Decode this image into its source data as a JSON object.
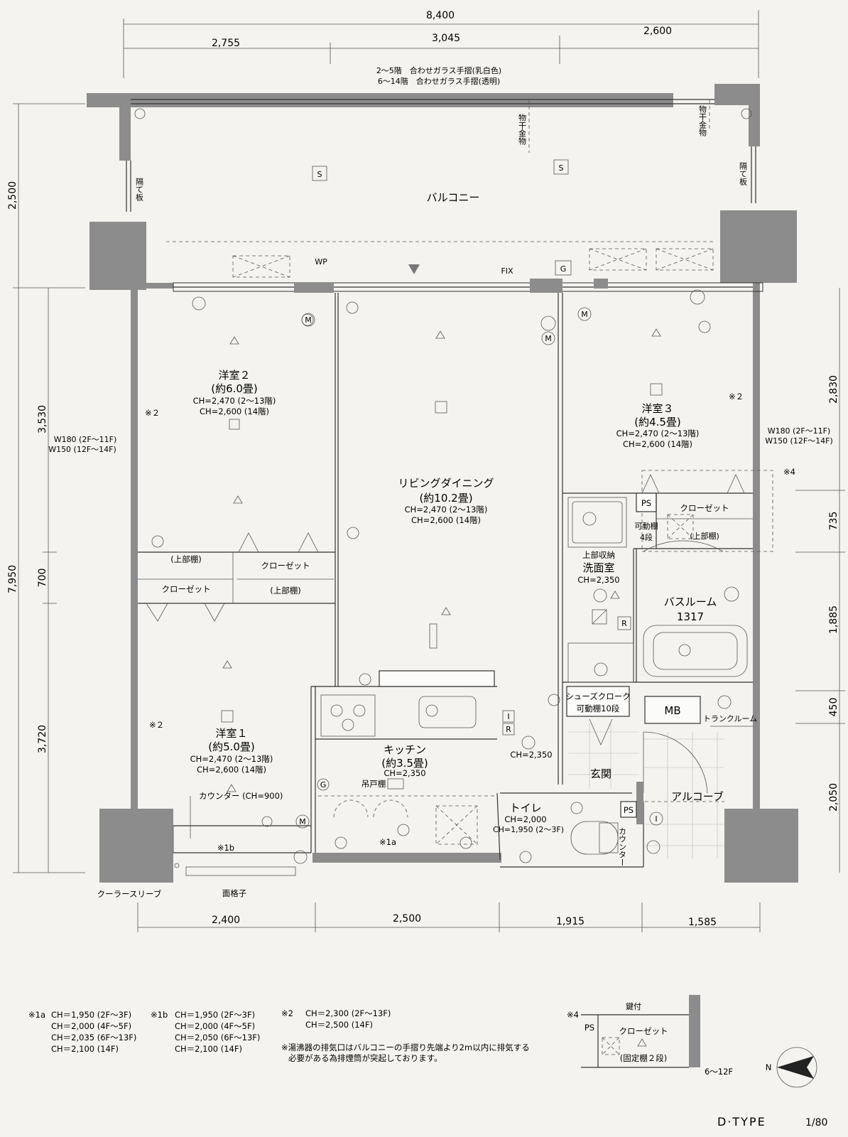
{
  "dimensions": {
    "top_total": "8,400",
    "top_segments": [
      "2,755",
      "3,045",
      "2,600"
    ],
    "bottom_segments": [
      "2,400",
      "2,500",
      "1,915",
      "1,585"
    ],
    "left_total": "7,950",
    "left_balcony": "2,500",
    "left_segments": [
      "3,530",
      "700",
      "3,720"
    ],
    "right_segments": [
      "2,830",
      "735",
      "1,885",
      "450",
      "2,050"
    ]
  },
  "balcony": {
    "railing_note_1": "2〜5階　合わせガラス手摺(乳白色)",
    "railing_note_2": "6〜14階　合わせガラス手摺(透明)",
    "label": "バルコニー",
    "drying_hardware": "物干金物",
    "partition": "隔て板",
    "fix": "FIX",
    "wp": "WP"
  },
  "rooms": {
    "western2": {
      "name": "洋室２",
      "size": "(約6.0畳)",
      "ch1": "CH=2,470 (2〜13階)",
      "ch2": "CH=2,600 (14階)"
    },
    "living": {
      "name": "リビングダイニング",
      "size": "(約10.2畳)",
      "ch1": "CH=2,470 (2〜13階)",
      "ch2": "CH=2,600 (14階)"
    },
    "western3": {
      "name": "洋室３",
      "size": "(約4.5畳)",
      "ch1": "CH=2,470 (2〜13階)",
      "ch2": "CH=2,600 (14階)"
    },
    "western1": {
      "name": "洋室１",
      "size": "(約5.0畳)",
      "ch1": "CH=2,470 (2〜13階)",
      "ch2": "CH=2,600 (14階)"
    },
    "kitchen": {
      "name": "キッチン",
      "size": "(約3.5畳)",
      "ch": "CH=2,350",
      "hanging_shelf": "吊戸棚",
      "note": "※1a"
    },
    "washroom": {
      "name": "洗面室",
      "ch": "CH=2,350",
      "upper_storage": "上部収納"
    },
    "bathroom": {
      "name": "バスルーム",
      "size": "1317"
    },
    "toilet": {
      "name": "トイレ",
      "ch1": "CH=2,000",
      "ch2": "CH=1,950 (2〜3F)"
    },
    "entrance": {
      "name": "玄関"
    },
    "alcove": {
      "name": "アルコーブ"
    },
    "shoe_cloak": {
      "name": "シューズクローク",
      "shelves": "可動棚10段"
    },
    "hall": {
      "ch": "CH=2,350"
    }
  },
  "closets": {
    "closet": "クローゼット",
    "upper_shelf": "(上部棚)",
    "upper_shelf2": "(上部棚)",
    "ps": "PS",
    "movable_shelf": "可動棚",
    "movable_count": "4段",
    "mb": "MB",
    "trunk_room": "トランクルーム"
  },
  "misc": {
    "counter": "カウンター (CH=900)",
    "counter_v": "カウンター",
    "cooler_sleeve": "クーラースリーブ",
    "face_lattice": "面格子",
    "note_1b": "※1b",
    "note_2": "※２",
    "note_4": "※4",
    "wall_w_left1": "W180 (2F〜11F)",
    "wall_w_left2": "W150 (12F〜14F)",
    "wall_w_right1": "W180 (2F〜11F)",
    "wall_w_right2": "W150 (12F〜14F)"
  },
  "notes": {
    "n1a": {
      "mark": "※1a",
      "lines": [
        "CH＝1,950 (2F〜3F)",
        "CH＝2,000 (4F〜5F)",
        "CH＝2,035 (6F〜13F)",
        "CH＝2,100 (14F)"
      ]
    },
    "n1b": {
      "mark": "※1b",
      "lines": [
        "CH＝1,950 (2F〜3F)",
        "CH＝2,000 (4F〜5F)",
        "CH＝2,050 (6F〜13F)",
        "CH＝2,100 (14F)"
      ]
    },
    "n2": {
      "mark": "※2",
      "lines": [
        "CH＝2,300 (2F〜13F)",
        "CH＝2,500 (14F)"
      ]
    },
    "heater": [
      "※湯沸器の排気口はバルコニーの手摺り先端より2m以内に排気する",
      "必要がある為排煙筒が突起しております。"
    ]
  },
  "inset": {
    "mark": "※4",
    "lock": "鍵付",
    "ps": "PS",
    "closet": "クローゼット",
    "fixed_shelf": "(固定棚２段)",
    "floors": "6〜12F"
  },
  "compass": {
    "north": "N"
  },
  "footer": {
    "type": "D·TYPE",
    "scale": "1/80"
  }
}
